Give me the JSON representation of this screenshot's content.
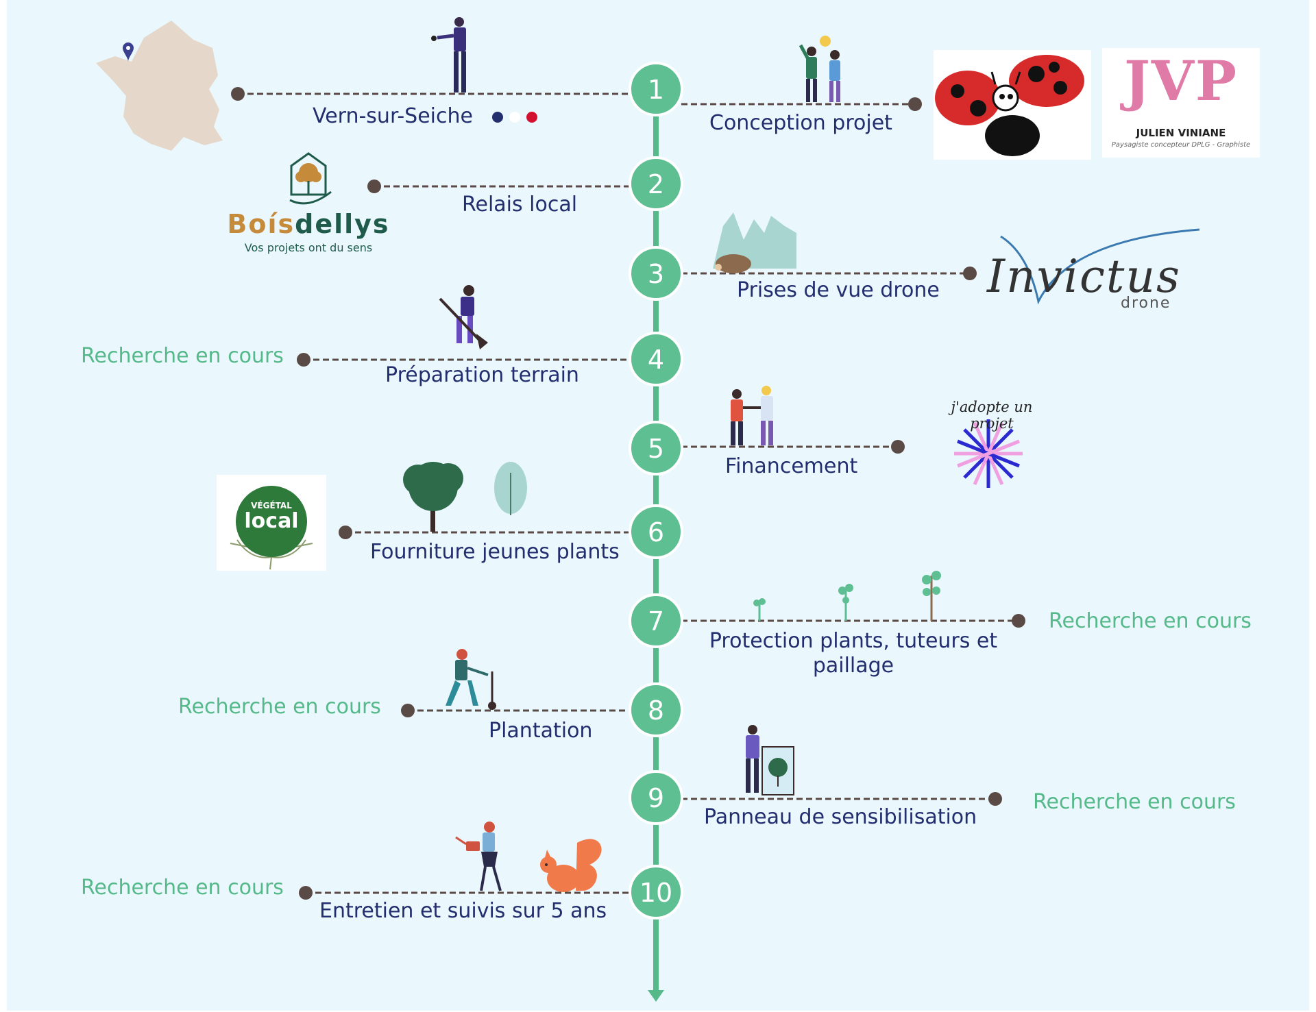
{
  "colors": {
    "background": "#eaf7fd",
    "accent_green": "#55b98a",
    "node_green": "#5ebf92",
    "label_navy": "#232e6e",
    "dot": "#5a4a45",
    "france_map": "#e5d7c9"
  },
  "steps": [
    {
      "number": "1",
      "label": "Vern-sur-Seiche",
      "partner_label": "Conception projet"
    },
    {
      "number": "2",
      "label": "Relais local"
    },
    {
      "number": "3",
      "label": "Prises de vue drone"
    },
    {
      "number": "4",
      "label": "Préparation terrain",
      "partner_label": "Recherche en cours"
    },
    {
      "number": "5",
      "label": "Financement"
    },
    {
      "number": "6",
      "label": "Fourniture jeunes plants"
    },
    {
      "number": "7",
      "label_line1": "Protection plants, tuteurs et",
      "label_line2": "paillage",
      "partner_label": "Recherche en cours"
    },
    {
      "number": "8",
      "label": "Plantation",
      "partner_label": "Recherche en cours"
    },
    {
      "number": "9",
      "label": "Panneau de sensibilisation",
      "partner_label": "Recherche en cours"
    },
    {
      "number": "10",
      "label": "Entretien et suivis sur 5 ans",
      "partner_label": "Recherche en cours"
    }
  ],
  "logos": {
    "jvp": {
      "letters": "JVP",
      "name": "JULIEN VINIANE",
      "subtitle": "Paysagiste concepteur DPLG - Graphiste"
    },
    "boisdellys": {
      "brand_part1": "Boís",
      "brand_part2": "dellys",
      "tagline": "Vos projets ont du sens"
    },
    "invictus": {
      "brand": "Invictus",
      "sub": "drone"
    },
    "adopte": {
      "text": "j'adopte un projet"
    },
    "vegetal": {
      "line1": "VÉGÉTAL",
      "line2": "local"
    }
  },
  "icons": {
    "france": "france-map-icon",
    "pin": "location-pin-icon",
    "flag": "french-flag-dots-icon",
    "ladybug": "ladybug-logo-icon",
    "businessman": "businessman-icon",
    "team": "team-idea-icon",
    "hedgehog": "hedgehog-icon",
    "digger": "gardener-digging-icon",
    "handshake": "handshake-icon",
    "trees": "trees-icon",
    "seedlings": "seedlings-icon",
    "planter": "woman-planting-icon",
    "sign": "man-with-sign-icon",
    "watering": "woman-watering-icon",
    "squirrel": "squirrel-icon"
  }
}
